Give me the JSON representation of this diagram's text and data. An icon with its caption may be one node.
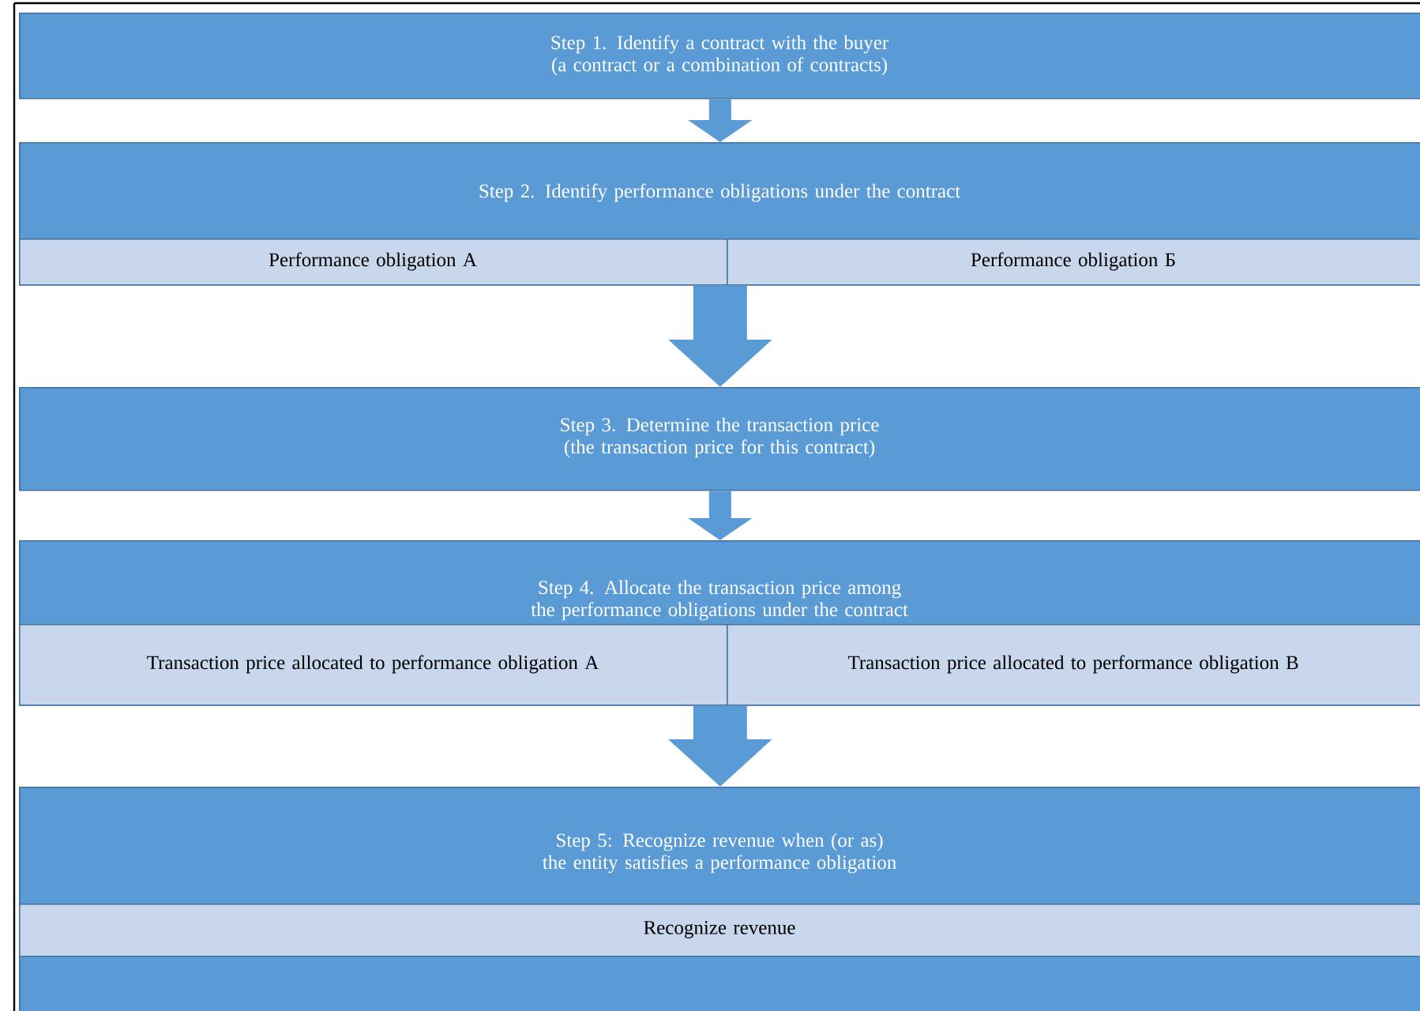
{
  "diagram": {
    "nodes": [
      {
        "text": [
          "Step 1. Identify a contract with the buyer (a contract or a combination of contracts)"
        ]
      },
      {
        "text": [
          "Step 2. Identify performance obligations under the contract"
        ]
      },
      {
        "text": [
          "Performance obligation A"
        ],
        "in": 1
      },
      {
        "text": [
          "Performance obligation Б"
        ],
        "in": 1
      },
      {
        "text": [
          "Step 3. Determine the transaction price (the transaction price for this contract)"
        ]
      },
      {
        "text": [
          "Step 4. Allocate the transaction price among the performance obligations under the contract"
        ]
      },
      {
        "text": [
          "Transaction price allocated to performance obligation A"
        ],
        "in": 5
      },
      {
        "text": [
          "Transaction price allocated to performance obligation B"
        ],
        "in": 5
      },
      {
        "text": [
          "Step 5: Recognize revenue when (or as) the entity satisfies a performance obligation"
        ]
      },
      {
        "text": [
          "Recognize revenue"
        ],
        "in": 8
      }
    ],
    "edges": [
      {
        "from": 0,
        "to": 1,
        "arrow": "to"
      },
      {
        "from": 1,
        "to": 4,
        "arrow": "to",
        "style": "thick"
      },
      {
        "from": 4,
        "to": 5,
        "arrow": "to"
      },
      {
        "from": 5,
        "to": 8,
        "arrow": "to",
        "style": "thick"
      }
    ]
  }
}
